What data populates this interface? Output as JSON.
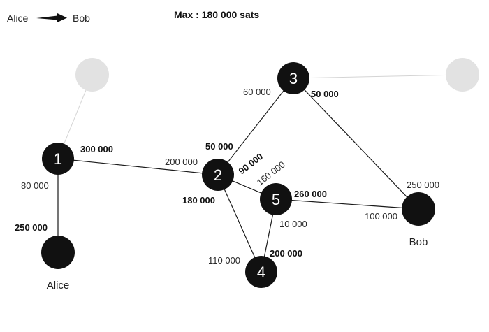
{
  "title": "Max : 180 000 sats",
  "legend": {
    "from": "Alice",
    "to": "Bob"
  },
  "colors": {
    "node": "#111111",
    "ghost": "#e2e2e2",
    "edge": "#1a1a1a",
    "ghost_edge": "#d4d4d4"
  },
  "nodes": {
    "n1": {
      "label": "1"
    },
    "n2": {
      "label": "2"
    },
    "n3": {
      "label": "3"
    },
    "n4": {
      "label": "4"
    },
    "n5": {
      "label": "5"
    },
    "alice": {
      "label": "Alice"
    },
    "bob": {
      "label": "Bob"
    }
  },
  "edges": {
    "n1_n2": {
      "near_a": "300 000",
      "near_b": "200 000"
    },
    "n1_alice": {
      "near_a": "80 000",
      "near_b": "250 000"
    },
    "n2_n3": {
      "near_a": "50 000",
      "near_b": "60 000"
    },
    "n2_n5": {
      "near_a": "90 000",
      "near_b": "160 000"
    },
    "n2_n4": {
      "near_a": "180 000",
      "near_b": "110 000"
    },
    "n3_bob": {
      "near_a": "50 000",
      "near_b": "250 000"
    },
    "n5_bob": {
      "near_a": "260 000",
      "near_b": "100 000"
    },
    "n5_n4": {
      "near_a": "10 000",
      "near_b": "200 000"
    }
  }
}
